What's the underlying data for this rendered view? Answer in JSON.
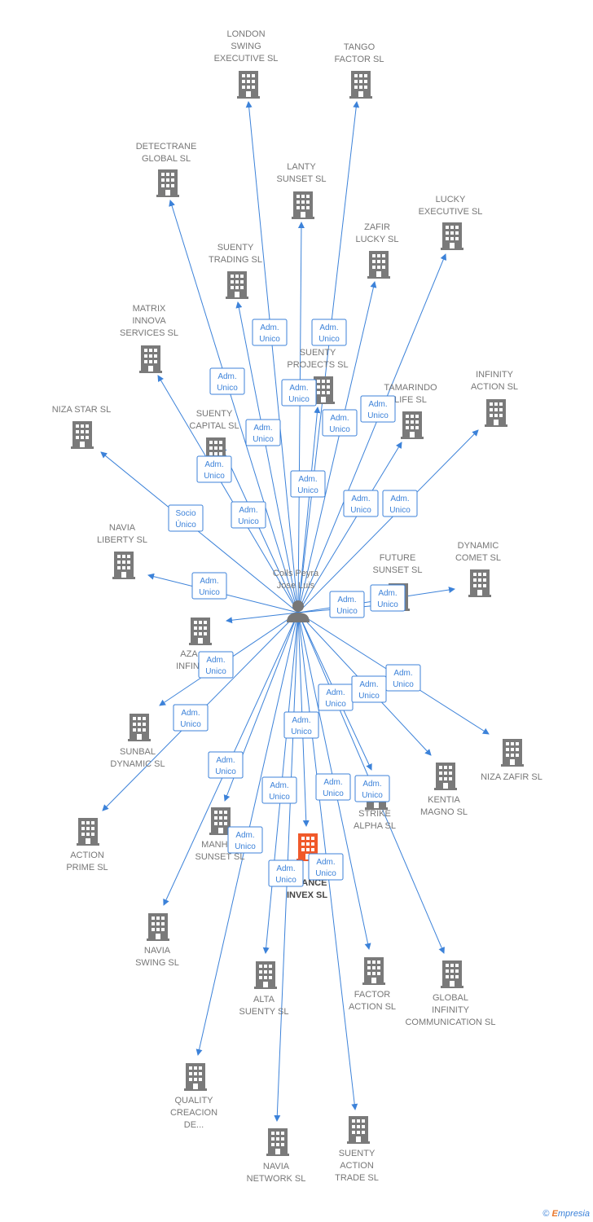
{
  "center": {
    "name_line1": "Colls Peyra",
    "name_line2": "Jose Luis",
    "icon": "person-icon"
  },
  "colors": {
    "edge": "#3c82d9",
    "node": "#7a7a7a",
    "highlight": "#f0592a"
  },
  "footer": {
    "copyright": "©",
    "brand_e": "E",
    "brand_rest": "mpresia"
  },
  "nodes": [
    {
      "id": "london",
      "lines": [
        "LONDON",
        "SWING",
        "EXECUTIVE SL"
      ],
      "rel": [
        "Adm.",
        "Unico"
      ]
    },
    {
      "id": "tango",
      "lines": [
        "TANGO",
        "FACTOR SL"
      ],
      "rel": [
        "Adm.",
        "Unico"
      ]
    },
    {
      "id": "detectrane",
      "lines": [
        "DETECTRANE",
        "GLOBAL  SL"
      ],
      "rel": [
        "Adm.",
        "Unico"
      ]
    },
    {
      "id": "lanty",
      "lines": [
        "LANTY",
        "SUNSET SL"
      ],
      "rel": [
        "Adm.",
        "Unico"
      ]
    },
    {
      "id": "lucky",
      "lines": [
        "LUCKY",
        "EXECUTIVE SL"
      ],
      "rel": [
        "Adm.",
        "Unico"
      ]
    },
    {
      "id": "zafir",
      "lines": [
        "ZAFIR",
        "LUCKY SL"
      ],
      "rel": [
        "Adm.",
        "Unico"
      ]
    },
    {
      "id": "suenty_trading",
      "lines": [
        "SUENTY",
        "TRADING SL"
      ],
      "rel": [
        "Adm.",
        "Unico"
      ]
    },
    {
      "id": "matrix",
      "lines": [
        "MATRIX",
        "INNOVA",
        "SERVICES SL"
      ],
      "rel": [
        "Adm.",
        "Unico"
      ]
    },
    {
      "id": "suenty_projects",
      "lines": [
        "SUENTY",
        "PROJECTS SL"
      ],
      "rel": [
        "Adm.",
        "Unico"
      ]
    },
    {
      "id": "tamarindo",
      "lines": [
        "TAMARINDO",
        "LIFE SL"
      ],
      "rel": [
        "Adm.",
        "Unico"
      ]
    },
    {
      "id": "infinity_action",
      "lines": [
        "INFINITY",
        "ACTION SL"
      ],
      "rel": [
        "Adm.",
        "Unico"
      ]
    },
    {
      "id": "niza_star",
      "lines": [
        "NIZA STAR SL"
      ],
      "rel": [
        "Socio",
        "Único"
      ]
    },
    {
      "id": "suenty_capital",
      "lines": [
        "SUENTY",
        "CAPITAL SL"
      ],
      "rel": [
        "Adm.",
        "Unico"
      ]
    },
    {
      "id": "navia_liberty",
      "lines": [
        "NAVIA",
        "LIBERTY SL"
      ],
      "rel": [
        "Adm.",
        "Unico"
      ]
    },
    {
      "id": "future_sunset",
      "lines": [
        "FUTURE",
        "SUNSET SL"
      ],
      "rel": [
        "Adm.",
        "Unico"
      ]
    },
    {
      "id": "dynamic_comet",
      "lines": [
        "DYNAMIC",
        "COMET SL"
      ],
      "rel": [
        "Adm.",
        "Unico"
      ]
    },
    {
      "id": "aza",
      "lines": [
        "AZA",
        "INFINI"
      ],
      "rel": [
        "Adm.",
        "Unico"
      ]
    },
    {
      "id": "sunbal",
      "lines": [
        "SUNBAL",
        "DYNAMIC SL"
      ],
      "rel": [
        "Adm.",
        "Unico"
      ]
    },
    {
      "id": "action_prime",
      "lines": [
        "ACTION",
        "PRIME SL"
      ],
      "rel": [
        "Adm.",
        "Unico"
      ]
    },
    {
      "id": "manhattan",
      "lines": [
        "MANHAT",
        "SUNSET SL"
      ],
      "rel": [
        "Adm.",
        "Unico"
      ]
    },
    {
      "id": "navia_swing",
      "lines": [
        "NAVIA",
        "SWING SL"
      ],
      "rel": [
        "Adm.",
        "Unico"
      ]
    },
    {
      "id": "quality",
      "lines": [
        "QUALITY",
        "CREACION",
        "DE..."
      ],
      "rel": [
        "Adm.",
        "Unico"
      ]
    },
    {
      "id": "navia_network",
      "lines": [
        "NAVIA",
        "NETWORK SL"
      ],
      "rel": [
        "Adm.",
        "Unico"
      ]
    },
    {
      "id": "alta_suenty",
      "lines": [
        "ALTA",
        "SUENTY SL"
      ],
      "rel": [
        "Adm.",
        "Unico"
      ]
    },
    {
      "id": "finance_invex",
      "lines": [
        "FINANCE",
        "INVEX  SL"
      ],
      "rel": [
        "Adm.",
        "Unico"
      ],
      "highlight": true
    },
    {
      "id": "suenty_action",
      "lines": [
        "SUENTY",
        "ACTION",
        "TRADE SL"
      ],
      "rel": [
        "Adm.",
        "Unico"
      ]
    },
    {
      "id": "factor_action",
      "lines": [
        "FACTOR",
        "ACTION SL"
      ],
      "rel": [
        "Adm.",
        "Unico"
      ]
    },
    {
      "id": "strike",
      "lines": [
        "STRIKE",
        "ALPHA SL"
      ],
      "rel": [
        "Adm.",
        "Unico"
      ]
    },
    {
      "id": "global_infinity",
      "lines": [
        "GLOBAL",
        "INFINITY",
        "COMMUNICATION SL"
      ],
      "rel": [
        "Adm.",
        "Unico"
      ]
    },
    {
      "id": "kentia",
      "lines": [
        "KENTIA",
        "MAGNO SL"
      ],
      "rel": [
        "Adm.",
        "Unico"
      ]
    },
    {
      "id": "niza_zafir",
      "lines": [
        "NIZA ZAFIR SL"
      ],
      "rel": [
        "Adm.",
        "Unico"
      ]
    }
  ]
}
